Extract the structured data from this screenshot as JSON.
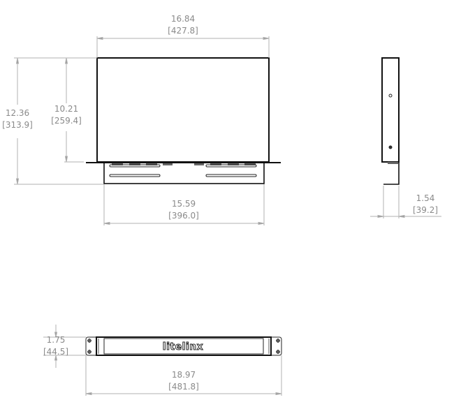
{
  "drawing": {
    "top_view": {
      "overall_width": {
        "in": "16.84",
        "mm": "[427.8]"
      },
      "overall_depth": {
        "in": "12.36",
        "mm": "[313.9]"
      },
      "body_depth": {
        "in": "10.21",
        "mm": "[259.4]"
      },
      "plate_width": {
        "in": "15.59",
        "mm": "[396.0]"
      }
    },
    "side_view": {
      "flange_depth": {
        "in": "1.54",
        "mm": "[39.2]"
      }
    },
    "front_view": {
      "height": {
        "in": "1.75",
        "mm": "[44.5]"
      },
      "rack_width": {
        "in": "18.97",
        "mm": "[481.8]"
      },
      "brand_label": "litelinx"
    }
  },
  "colors": {
    "outline": "#111111",
    "dimension_line": "#b0b0b0",
    "dimension_text": "#8a8a8a",
    "vent": "#666666"
  }
}
